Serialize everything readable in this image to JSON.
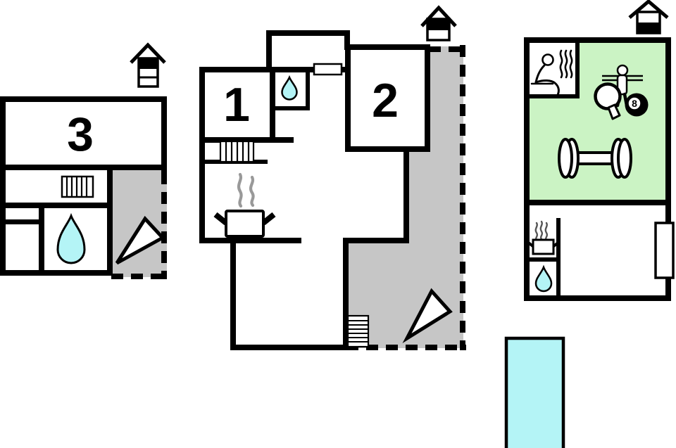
{
  "title": "holiday-home-floor-plan",
  "labels": {
    "room_left": "3",
    "room_mid_1": "1",
    "room_mid_2": "2",
    "billiard_ball": "8"
  },
  "colors": {
    "wall": "#000000",
    "terrace": "#c6c6c6",
    "fitness_room": "#cbf3c4",
    "water": "#b4f4f6",
    "steam_light": "#999999",
    "steam_dark": "#555555"
  },
  "icons": {
    "floor_level_left": "house-3-levels-top-highlighted",
    "floor_level_middle": "house-2-levels-top-highlighted",
    "floor_level_right": "house-2-levels-bottom-highlighted",
    "water_drop": "teardrop",
    "radiator": "hatched-box",
    "stairs": "hatched-steps",
    "stove_pot": "pot-with-steam",
    "sauna": "sitting-person-with-steam",
    "table_tennis": "paddle",
    "billiards": "eight-ball",
    "foosball": "figure-on-rods",
    "fitness": "dumbbell",
    "terrace_marker": "wedge-triangle",
    "pool": "cyan-rectangle"
  }
}
